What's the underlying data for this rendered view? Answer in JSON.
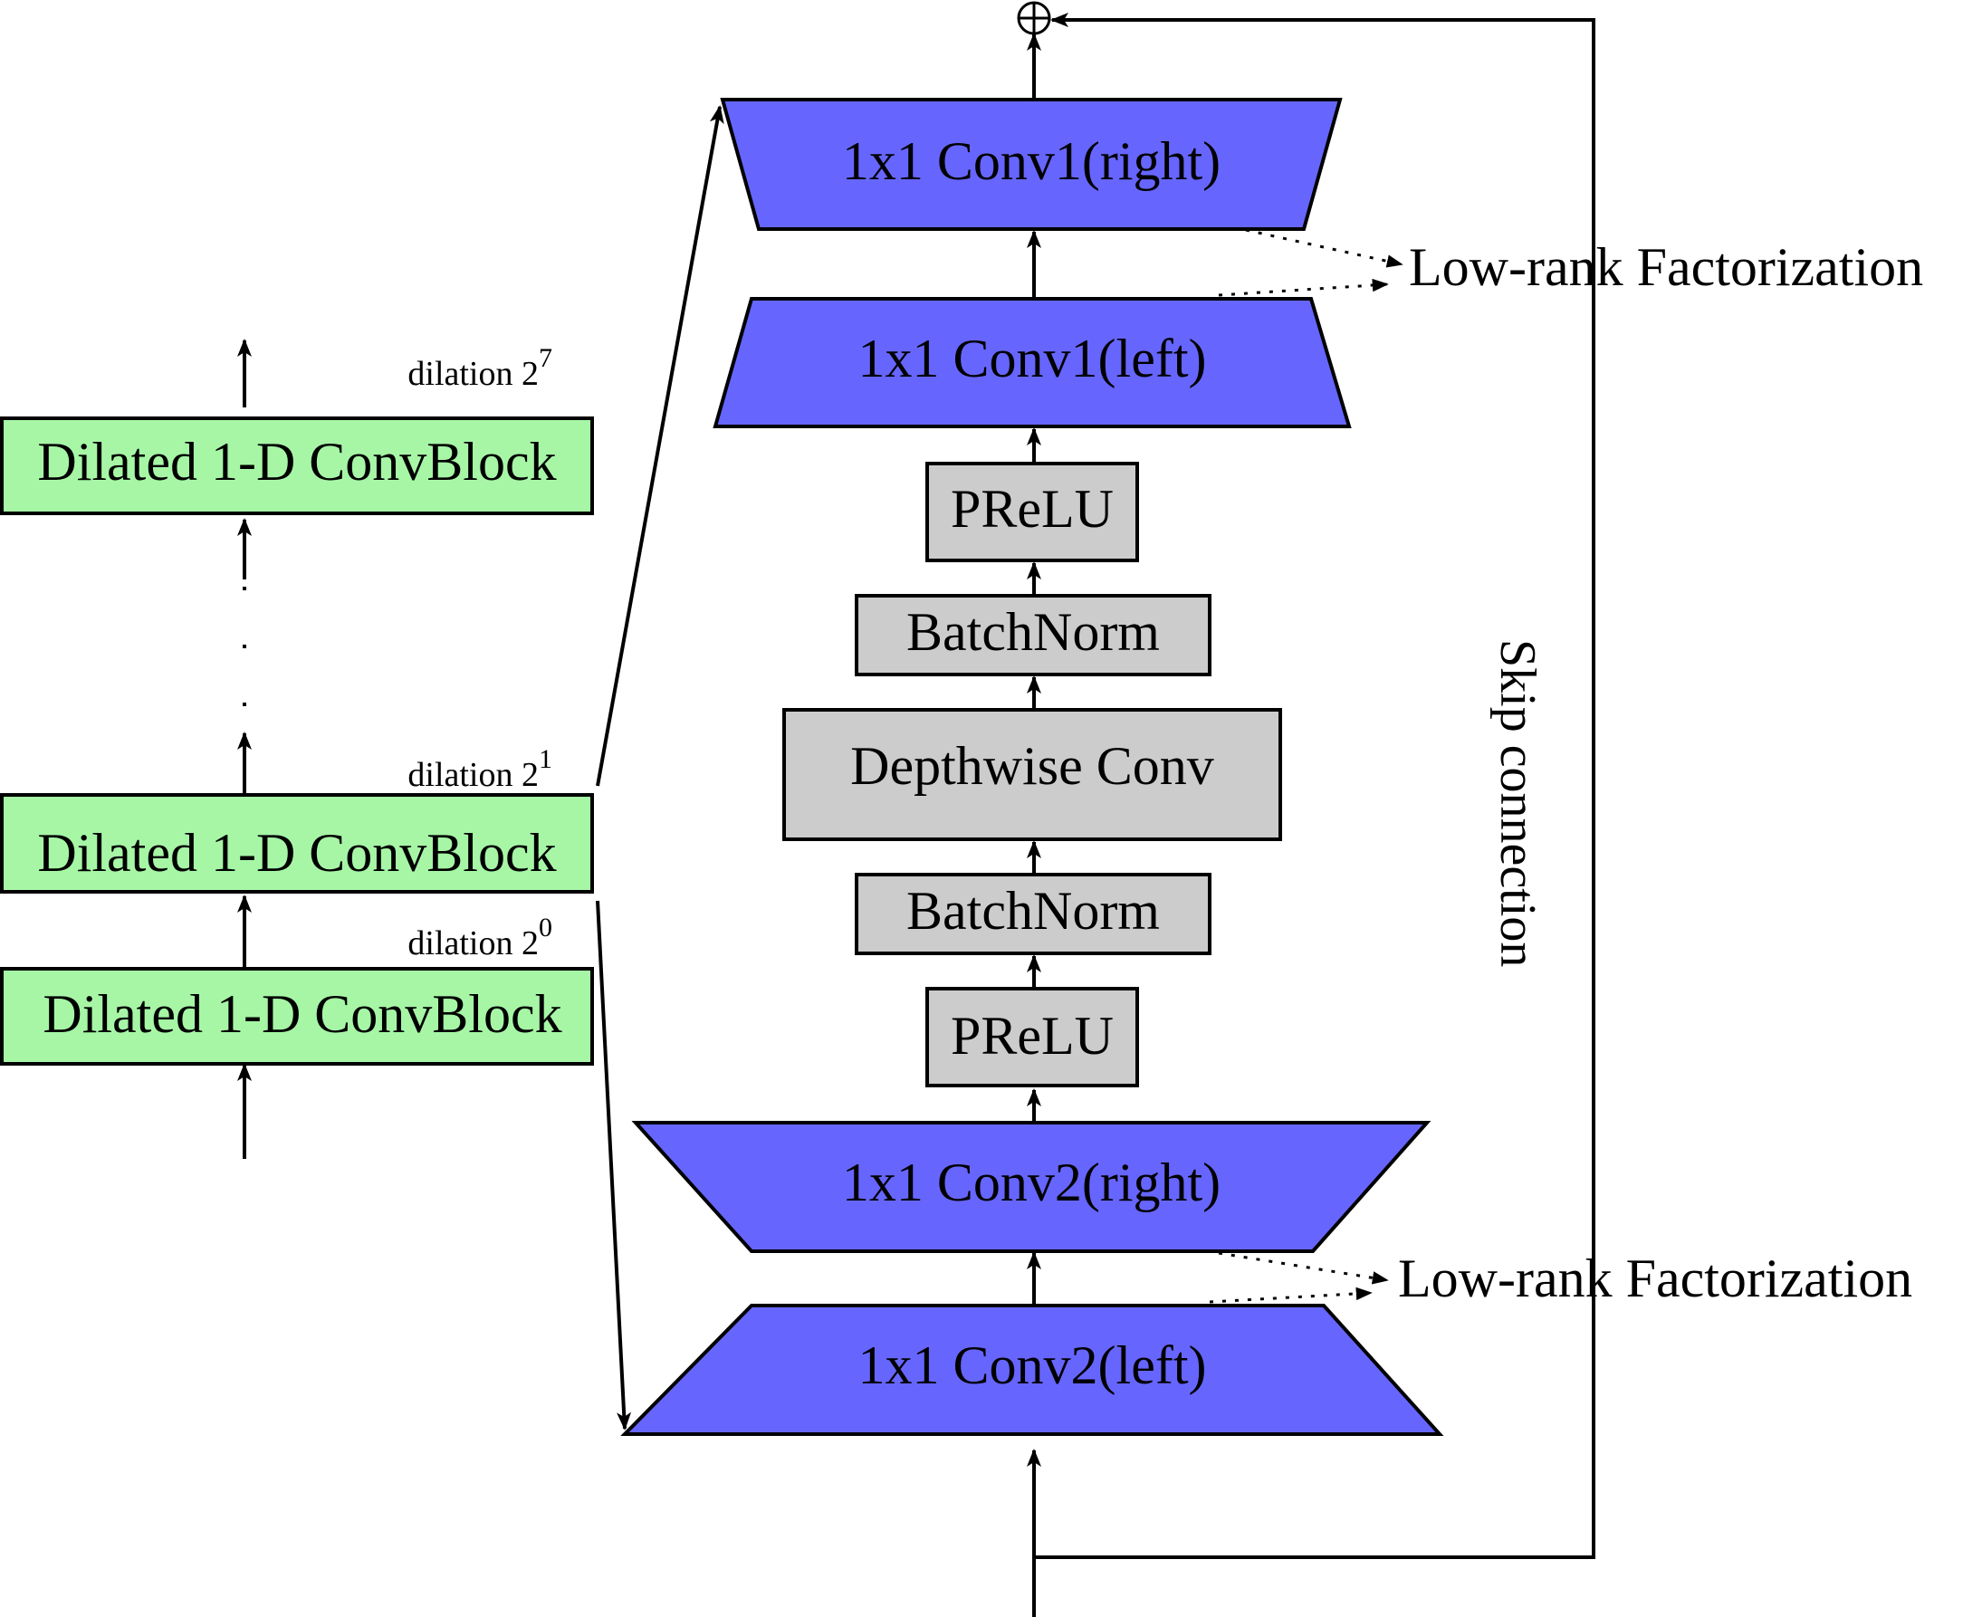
{
  "colors": {
    "conv_fill": "#6666FF",
    "block_fill": "#A6F6A6",
    "layer_fill": "#CCCCCC",
    "stroke": "#000000"
  },
  "left_stack": {
    "blocks": [
      {
        "label": "Dilated 1-D ConvBlock",
        "dilation_prefix": "dilation 2",
        "dilation_exp": "7"
      },
      {
        "label": "Dilated 1-D ConvBlock",
        "dilation_prefix": "dilation 2",
        "dilation_exp": "1"
      },
      {
        "label": "Dilated 1-D ConvBlock",
        "dilation_prefix": "dilation 2",
        "dilation_exp": "0"
      }
    ],
    "ellipsis": "."
  },
  "conv_block": {
    "conv1_right": "1x1 Conv1(right)",
    "conv1_left": "1x1 Conv1(left)",
    "prelu_top": "PReLU",
    "batchnorm_top": "BatchNorm",
    "depthwise": "Depthwise Conv",
    "batchnorm_bottom": "BatchNorm",
    "prelu_bottom": "PReLU",
    "conv2_right": "1x1 Conv2(right)",
    "conv2_left": "1x1 Conv2(left)"
  },
  "annotations": {
    "lowrank_top": "Low-rank Factorization",
    "lowrank_bottom": "Low-rank Factorization",
    "skip": "Skip connection",
    "sum_symbol": "⊕"
  }
}
